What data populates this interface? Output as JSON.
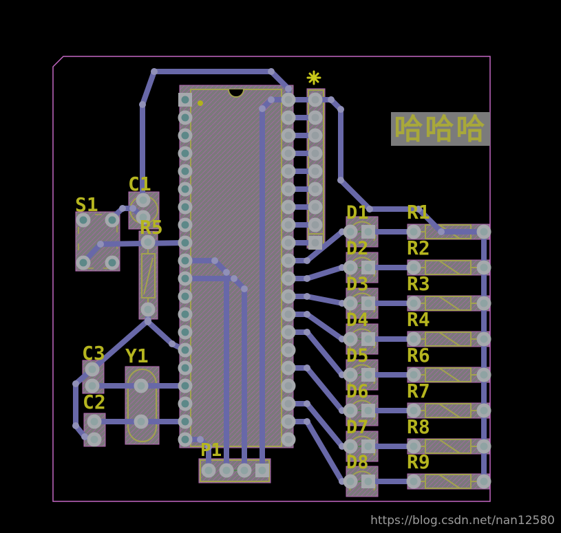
{
  "app": {
    "view": "pcb-layout-editor",
    "background_color": "#000000"
  },
  "board": {
    "outline_color": "#c468c4",
    "trace_color": "#6868a8",
    "silkscreen_color": "#a2a24e",
    "designator_color": "#b5b51f",
    "pad_ring_color": "#a6a9ad",
    "hole_teal_color": "#5c8888",
    "body_fill_color": "#7a7a7a",
    "hatch_line_color": "#b468b4",
    "silk_text_block": {
      "text": "哈哈哈",
      "background": "#7b7b7b",
      "color": "#a8a83a"
    },
    "origin_marker": {
      "shape": "asterisk-star",
      "color": "#c9c91a"
    }
  },
  "components": {
    "ic": {
      "designator": "",
      "type": "DIP-40 microcontroller",
      "pins_per_side": 20
    },
    "header": {
      "designator": "",
      "type": "9-pin single-row header"
    },
    "switch": {
      "designator": "S1"
    },
    "cap1": {
      "designator": "C1"
    },
    "r5": {
      "designator": "R5"
    },
    "cap3": {
      "designator": "C3"
    },
    "crystal": {
      "designator": "Y1"
    },
    "cap2": {
      "designator": "C2"
    },
    "p1": {
      "designator": "P1"
    },
    "leds": [
      "D1",
      "D2",
      "D3",
      "D4",
      "D5",
      "D6",
      "D7",
      "D8"
    ],
    "resistors": [
      "R1",
      "R2",
      "R3",
      "R4",
      "R6",
      "R7",
      "R8",
      "R9"
    ]
  },
  "watermark": {
    "text": "https://blog.csdn.net/nan12580"
  }
}
